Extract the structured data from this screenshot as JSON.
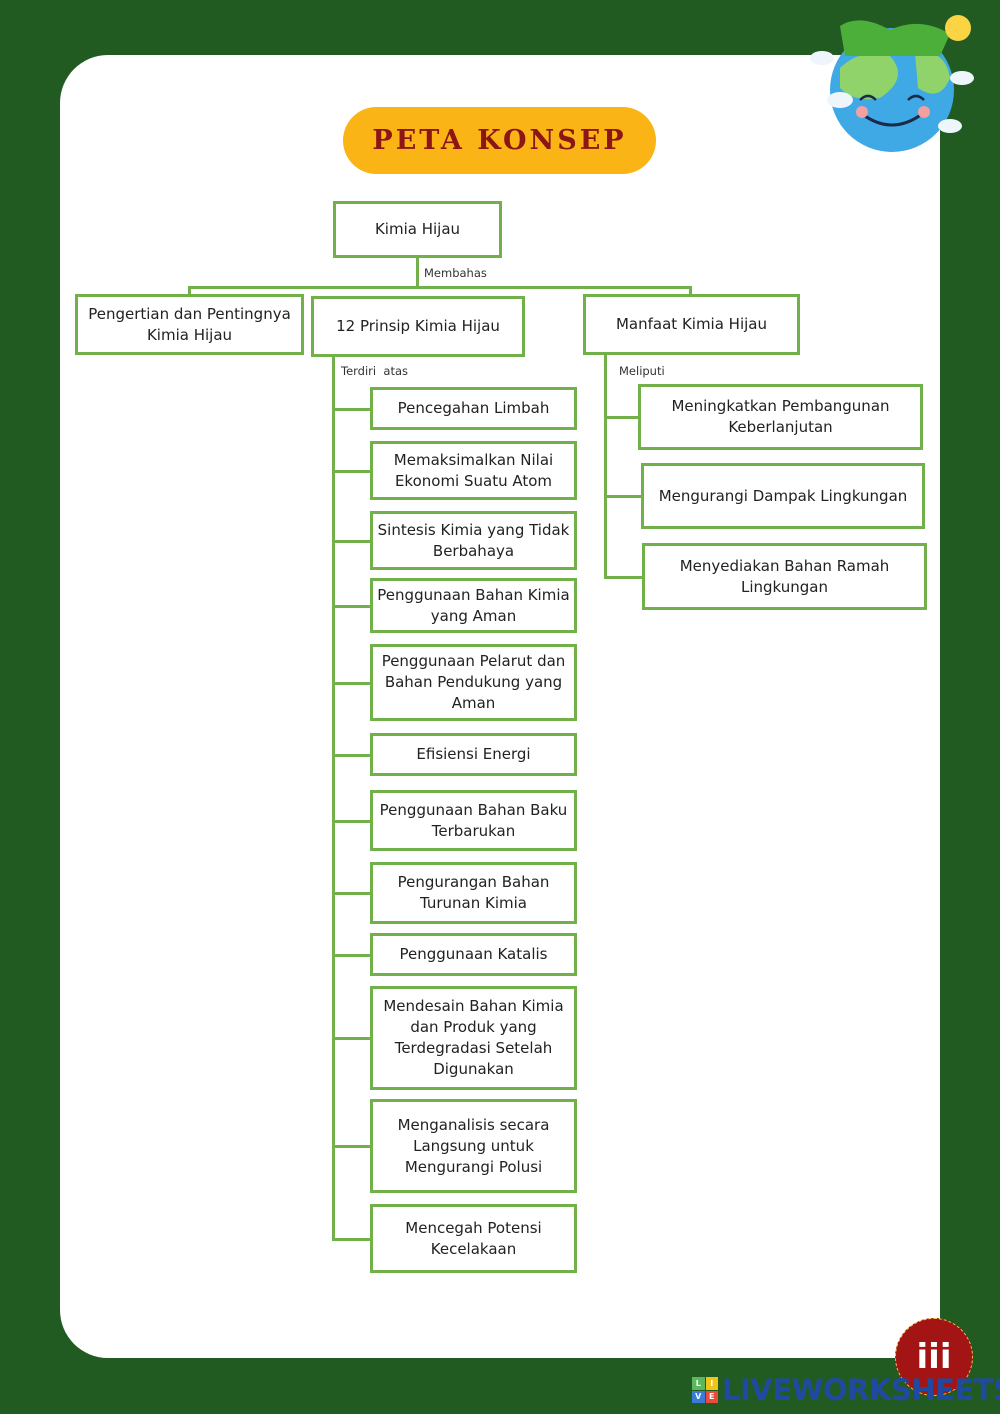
{
  "header": {
    "title": "PETA KONSEP",
    "colors": {
      "background": "#225b22",
      "card": "#ffffff",
      "pill": "#fbb416",
      "title_text": "#8c1515",
      "node_border": "#72b04a"
    }
  },
  "concept_map": {
    "root": "Kimia Hijau",
    "root_link": "Membahas",
    "branches": [
      {
        "label": "Pengertian dan Pentingnya Kimia Hijau",
        "link": "",
        "children": []
      },
      {
        "label": "12 Prinsip Kimia Hijau",
        "link": "Terdiri  atas",
        "children": [
          "Pencegahan Limbah",
          "Memaksimalkan Nilai Ekonomi Suatu Atom",
          "Sintesis Kimia yang Tidak Berbahaya",
          "Penggunaan Bahan Kimia yang Aman",
          "Penggunaan Pelarut dan Bahan Pendukung yang Aman",
          "Efisiensi Energi",
          "Penggunaan Bahan Baku Terbarukan",
          "Pengurangan Bahan Turunan Kimia",
          "Penggunaan Katalis",
          "Mendesain Bahan Kimia dan Produk yang Terdegradasi Setelah Digunakan",
          "Menganalisis secara Langsung untuk Mengurangi Polusi",
          "Mencegah Potensi Kecelakaan"
        ]
      },
      {
        "label": "Manfaat Kimia Hijau",
        "link": "Meliputi",
        "children": [
          "Meningkatkan Pembangunan Keberlanjutan",
          "Mengurangi Dampak Lingkungan",
          "Menyediakan Bahan Ramah Lingkungan"
        ]
      }
    ]
  },
  "decorations": {
    "globe_icon": "smiling-earth-illustration",
    "page_badge": "iii"
  },
  "footer": {
    "brand": "LIVEWORKSHEETS",
    "logo_letters": [
      "L",
      "I",
      "V",
      "E"
    ]
  }
}
